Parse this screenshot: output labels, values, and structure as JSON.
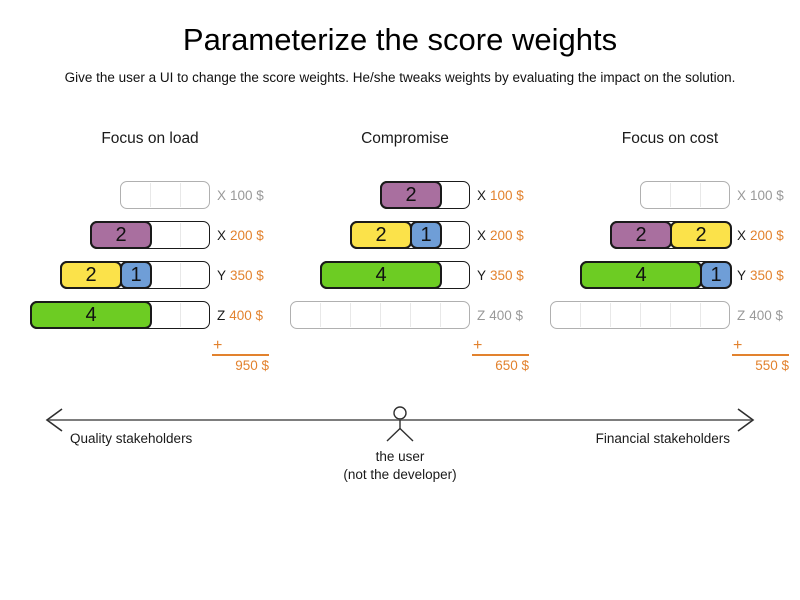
{
  "title": "Parameterize the score weights",
  "subtitle": "Give the user a UI to change the score weights. He/she tweaks weights by evaluating the impact on the solution.",
  "plus_sign": "+",
  "colors": {
    "chip_purple": "#a96f9f",
    "chip_yellow": "#fbe24a",
    "chip_blue": "#6f9ed7",
    "chip_green": "#6dcc23",
    "price_orange": "#e2822e",
    "inactive_gray": "#999999"
  },
  "panels": [
    {
      "header": "Focus on load",
      "total": "950 $",
      "rows": [
        {
          "variable": "X",
          "price": "100 $",
          "active": false,
          "chips": []
        },
        {
          "variable": "X",
          "price": "200 $",
          "active": true,
          "chips": [
            {
              "value": "2",
              "color": "purple"
            }
          ]
        },
        {
          "variable": "Y",
          "price": "350 $",
          "active": true,
          "chips": [
            {
              "value": "2",
              "color": "yellow"
            },
            {
              "value": "1",
              "color": "blue"
            }
          ]
        },
        {
          "variable": "Z",
          "price": "400 $",
          "active": true,
          "chips": [
            {
              "value": "4",
              "color": "green"
            }
          ]
        }
      ]
    },
    {
      "header": "Compromise",
      "total": "650 $",
      "rows": [
        {
          "variable": "X",
          "price": "100 $",
          "active": true,
          "chips": [
            {
              "value": "2",
              "color": "purple"
            }
          ]
        },
        {
          "variable": "X",
          "price": "200 $",
          "active": true,
          "chips": [
            {
              "value": "2",
              "color": "yellow"
            },
            {
              "value": "1",
              "color": "blue"
            }
          ]
        },
        {
          "variable": "Y",
          "price": "350 $",
          "active": true,
          "chips": [
            {
              "value": "4",
              "color": "green"
            }
          ]
        },
        {
          "variable": "Z",
          "price": "400 $",
          "active": false,
          "chips": []
        }
      ]
    },
    {
      "header": "Focus on cost",
      "total": "550 $",
      "rows": [
        {
          "variable": "X",
          "price": "100 $",
          "active": false,
          "chips": []
        },
        {
          "variable": "X",
          "price": "200 $",
          "active": true,
          "chips": [
            {
              "value": "2",
              "color": "purple"
            },
            {
              "value": "2",
              "color": "yellow"
            }
          ]
        },
        {
          "variable": "Y",
          "price": "350 $",
          "active": true,
          "chips": [
            {
              "value": "4",
              "color": "green"
            },
            {
              "value": "1",
              "color": "blue"
            }
          ]
        },
        {
          "variable": "Z",
          "price": "400 $",
          "active": false,
          "chips": []
        }
      ]
    }
  ],
  "spectrum": {
    "left_label": "Quality stakeholders",
    "right_label": "Financial stakeholders",
    "center_label": "the user",
    "center_sublabel": "(not the developer)"
  }
}
